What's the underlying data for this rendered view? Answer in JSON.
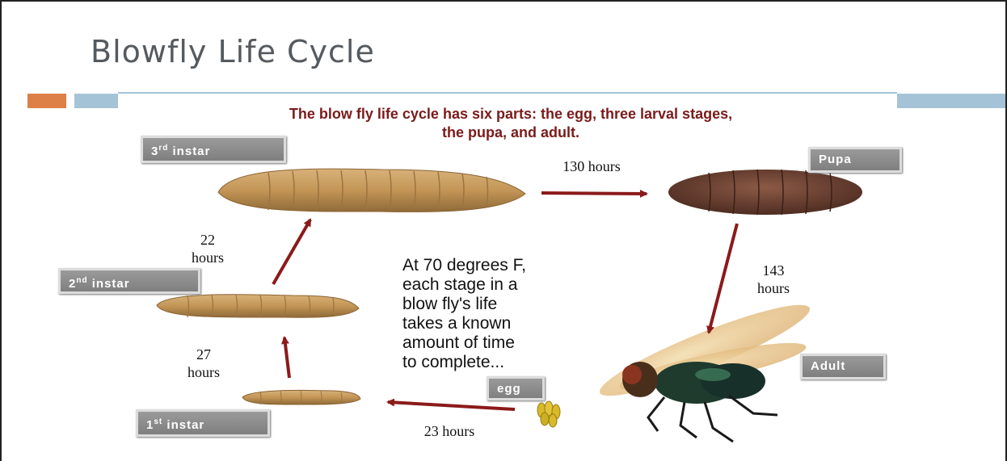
{
  "slide": {
    "title": "Blowfly Life Cycle",
    "intro_line1": "The blow fly life cycle has six parts: the egg, three larval stages,",
    "intro_line2": "the pupa, and adult.",
    "note_lines": [
      "At 70 degrees F,",
      "each stage in a",
      "blow fly's life",
      "takes a known",
      "amount of time",
      "to complete..."
    ]
  },
  "stages": {
    "third_instar": {
      "base": "3",
      "sup": "rd",
      "word": "instar"
    },
    "second_instar": {
      "base": "2",
      "sup": "nd",
      "word": "instar"
    },
    "first_instar": {
      "base": "1",
      "sup": "st",
      "word": "instar"
    },
    "pupa": "Pupa",
    "adult": "Adult",
    "egg": "egg"
  },
  "durations": {
    "third_to_pupa": "130 hours",
    "pupa_to_adult_num": "143",
    "pupa_to_adult_unit": "hours",
    "egg_to_first": "23 hours",
    "first_to_second_num": "27",
    "first_to_second_unit": "hours",
    "second_to_third_num": "22",
    "second_to_third_unit": "hours"
  },
  "colors": {
    "arrow": "#8b1a1a",
    "title": "#555a5f",
    "intro_text": "#7b1b1b",
    "accent_orange": "#dd8047",
    "accent_blue": "#a5c3d6",
    "label_gray": "#8c8c8c"
  }
}
